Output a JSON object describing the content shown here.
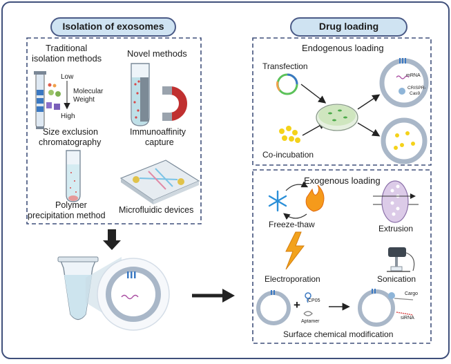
{
  "colors": {
    "border": "#3f4f7a",
    "pill_fill": "#cfe3f2",
    "membrane": "#a9b7c8",
    "arrow": "#222222",
    "flame": "#f59a1b",
    "bolt": "#f2a21c",
    "snow": "#2a8fd8",
    "bead": "#f4d21a",
    "red_dot": "#d94848"
  },
  "left": {
    "header": "Isolation of exosomes",
    "traditional_title_1": "Traditional",
    "traditional_title_2": "isolation methods",
    "novel_title": "Novel methods",
    "mw_low": "Low",
    "mw_label_1": "Molecular",
    "mw_label_2": "Weight",
    "mw_high": "High",
    "sec_1": "Size exclusion",
    "sec_2": "chromatography",
    "immuno_1": "Immunoaffinity",
    "immuno_2": "capture",
    "polymer_1": "Polymer",
    "polymer_2": "precipitation method",
    "microfluidic": "Microfluidic devices"
  },
  "right": {
    "header": "Drug loading",
    "endo_title": "Endogenous loading",
    "transfection": "Transfection",
    "coincubation": "Co-incubation",
    "mrna": "mRNA",
    "crispr_1": "CRISPR-",
    "crispr_2": "Cas9",
    "exo_title": "Exogenous loading",
    "freeze_thaw": "Freeze-thaw",
    "extrusion": "Extrusion",
    "electroporation": "Electroporation",
    "sonication": "Sonication",
    "cp05": "CP05",
    "aptamer": "Aptamer",
    "cargo": "Cargo",
    "sirna": "siRNA",
    "surface": "Surface chemical modification",
    "plus": "+"
  }
}
